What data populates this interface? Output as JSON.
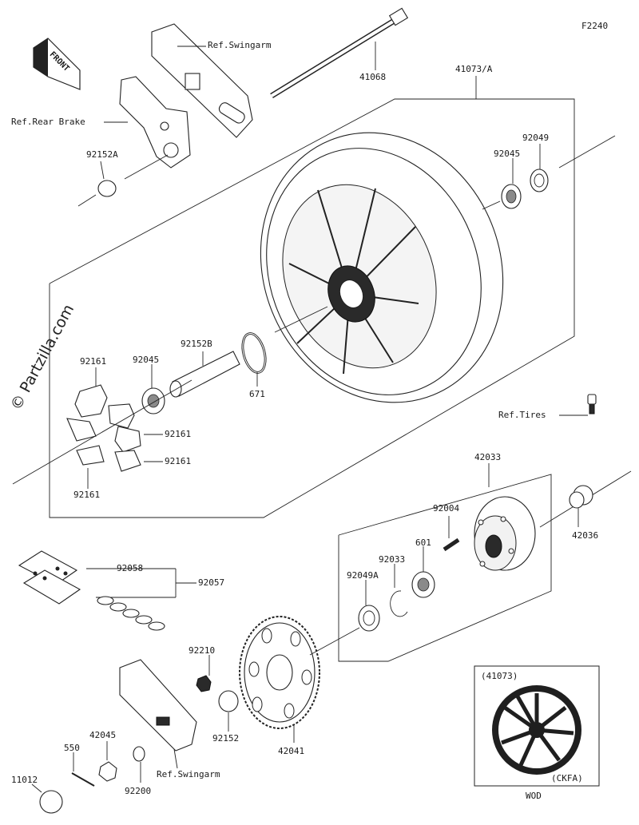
{
  "figure_code": "F2240",
  "watermark": "© Partzilla.com",
  "front_label": "FRONT",
  "references": {
    "swingarm_top": "Ref.Swingarm",
    "rear_brake": "Ref.Rear Brake",
    "tires": "Ref.Tires",
    "swingarm_bottom": "Ref.Swingarm"
  },
  "part_numbers": {
    "axle": "41068",
    "wheel_assy": "41073/A",
    "collar_left": "92152A",
    "oil_seal_right": "92049",
    "bearing_right": "92045",
    "pipe_collar": "92152B",
    "bearing_left": "92045",
    "o_ring": "671",
    "damper_top": "92161",
    "damper_mid": "92161",
    "damper_lower": "92161",
    "damper_bottom": "92161",
    "coupling": "42033",
    "stud": "92004",
    "collar_right": "42036",
    "nut_601": "601",
    "circlip": "92033",
    "oil_seal_coupling": "92049A",
    "joint_set": "92058",
    "chain": "92057",
    "sprocket_nut": "92210",
    "collar_coupling": "92152",
    "sprocket": "42041",
    "adjuster": "42045",
    "cotter_pin": "550",
    "cap": "11012",
    "washer": "92200"
  },
  "inset": {
    "assy_label": "(41073)",
    "variant_label": "(CKFA)",
    "color_label": "WOD"
  }
}
